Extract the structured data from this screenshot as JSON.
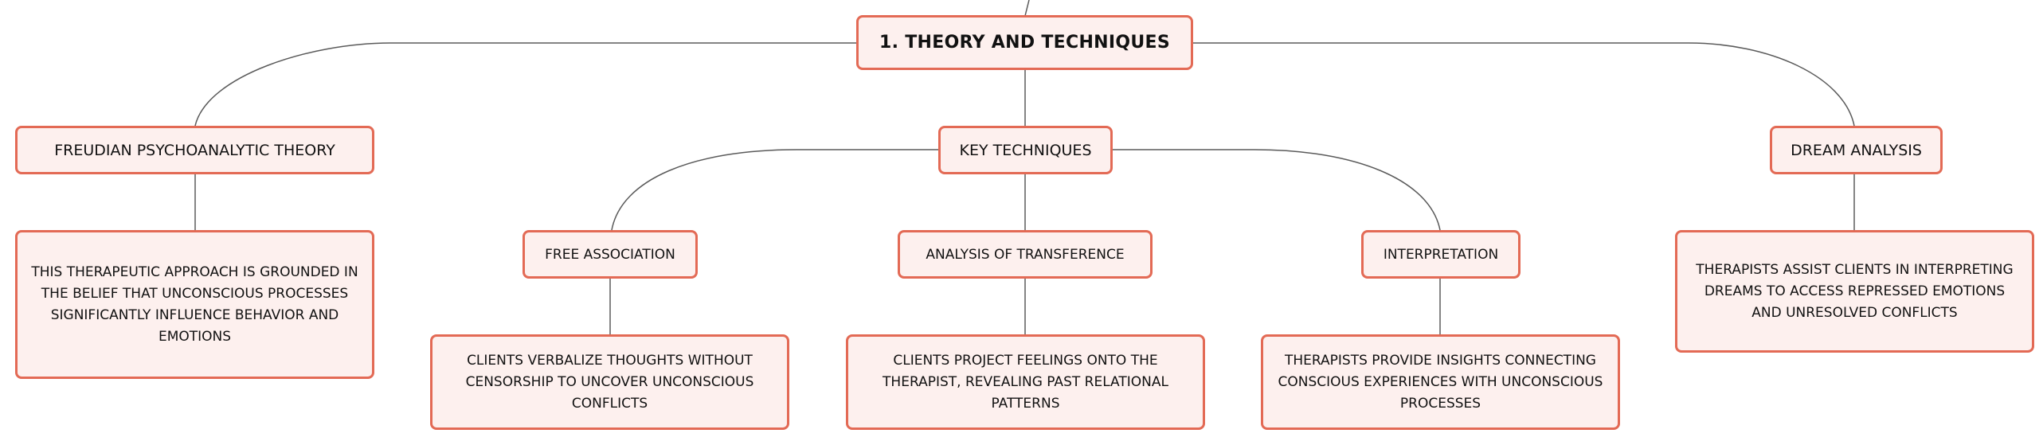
{
  "colors": {
    "node_border": "#e36a55",
    "node_fill": "#fdf0ee",
    "connector": "#5a5a5a",
    "text": "#111111"
  },
  "root": {
    "label": "1. THEORY AND TECHNIQUES"
  },
  "branches": {
    "freudian": {
      "label": "FREUDIAN PSYCHOANALYTIC THEORY",
      "description": "THIS THERAPEUTIC APPROACH IS GROUNDED IN THE BELIEF THAT UNCONSCIOUS PROCESSES SIGNIFICANTLY INFLUENCE BEHAVIOR AND EMOTIONS"
    },
    "key_techniques": {
      "label": "KEY TECHNIQUES",
      "items": {
        "free_association": {
          "label": "FREE ASSOCIATION",
          "description": "CLIENTS VERBALIZE THOUGHTS WITHOUT CENSORSHIP TO UNCOVER UNCONSCIOUS CONFLICTS"
        },
        "transference": {
          "label": "ANALYSIS OF TRANSFERENCE",
          "description": "CLIENTS PROJECT FEELINGS ONTO THE THERAPIST, REVEALING PAST RELATIONAL PATTERNS"
        },
        "interpretation": {
          "label": "INTERPRETATION",
          "description": "THERAPISTS PROVIDE INSIGHTS CONNECTING CONSCIOUS EXPERIENCES WITH UNCONSCIOUS PROCESSES"
        }
      }
    },
    "dream_analysis": {
      "label": "DREAM ANALYSIS",
      "description": "THERAPISTS ASSIST CLIENTS IN INTERPRETING DREAMS TO ACCESS REPRESSED EMOTIONS AND UNRESOLVED CONFLICTS"
    }
  }
}
